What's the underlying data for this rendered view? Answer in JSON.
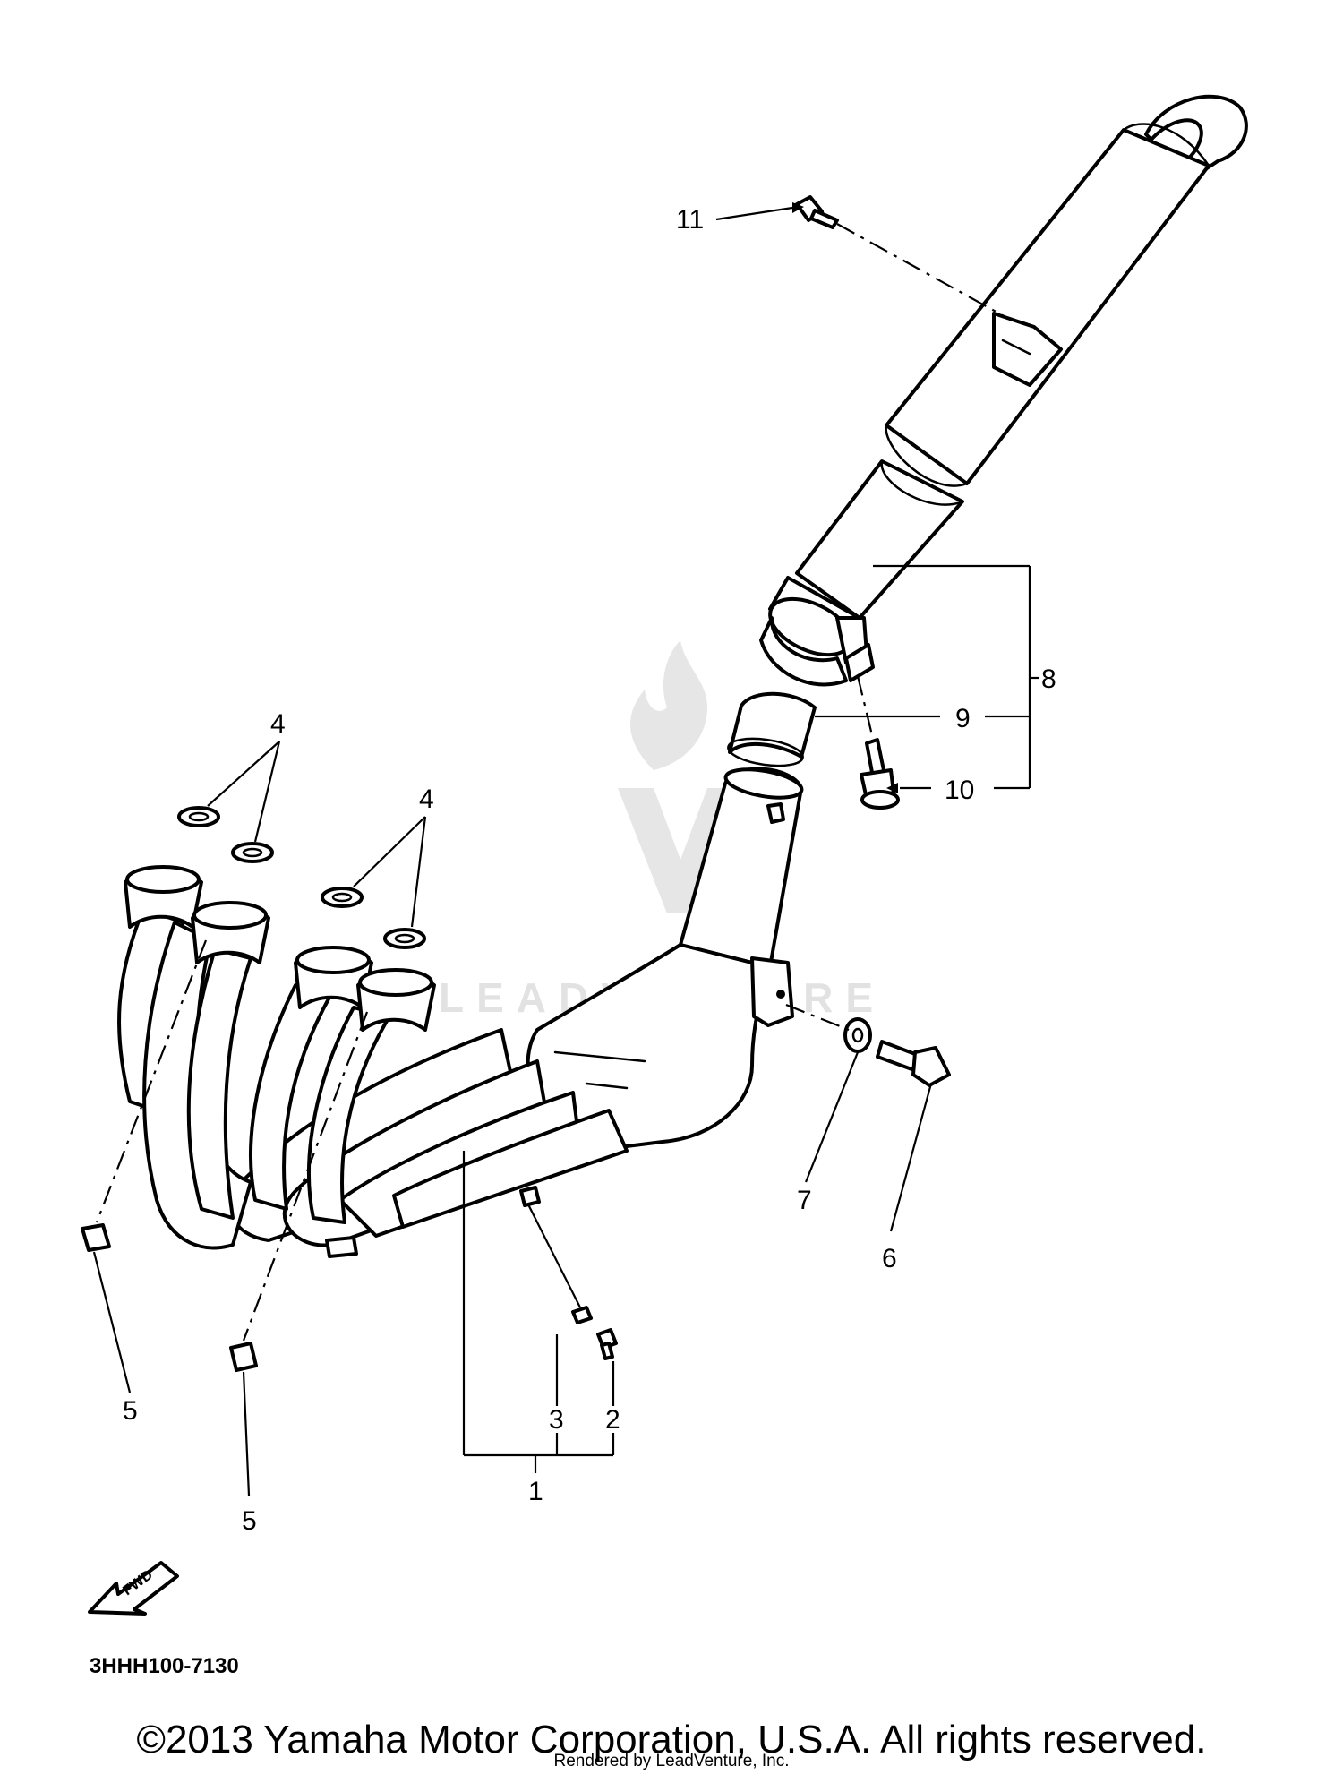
{
  "diagram": {
    "drawing_code": "3HHH100-7130",
    "fwd_label": "FWD",
    "watermark": "LEADVENTURE",
    "callouts": {
      "c1": "1",
      "c2": "2",
      "c3": "3",
      "c4a": "4",
      "c4b": "4",
      "c5a": "5",
      "c5b": "5",
      "c6": "6",
      "c7": "7",
      "c8": "8",
      "c9": "9",
      "c10": "10",
      "c11": "11"
    }
  },
  "footer": {
    "copyright": "©2013 Yamaha Motor Corporation, U.S.A. All rights reserved.",
    "rendered_by": "Rendered by LeadVenture, Inc."
  }
}
